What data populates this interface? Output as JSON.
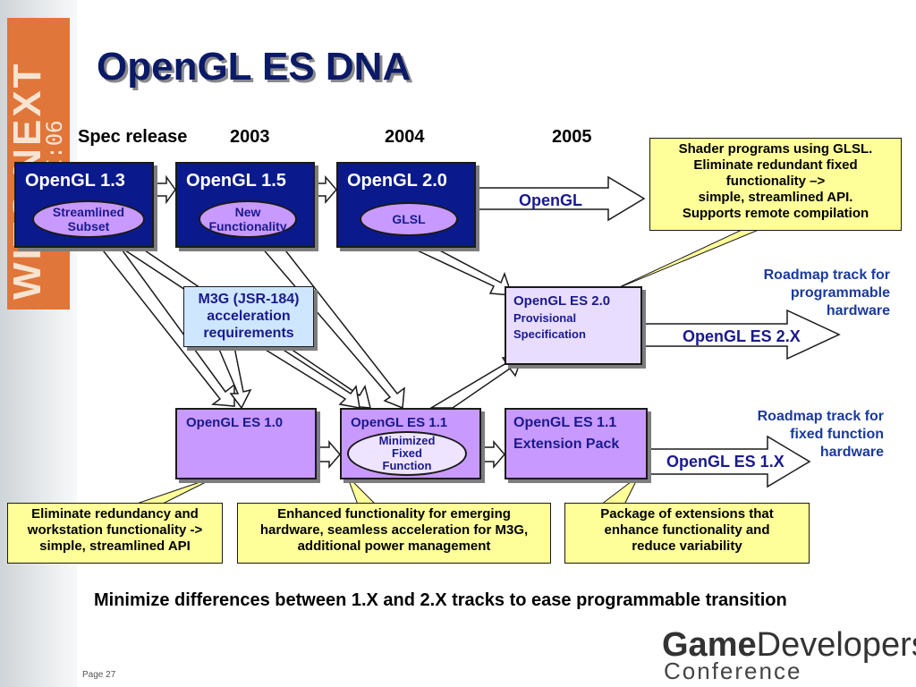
{
  "sidebar": {
    "event_text": "WITS NEXT",
    "sub_text": "::GDC:06"
  },
  "title": "OpenGL ES DNA",
  "timeline": {
    "spec_release": "Spec release",
    "years": [
      "2003",
      "2004",
      "2005"
    ]
  },
  "top_boxes": [
    {
      "title": "OpenGL 1.3",
      "oval": [
        "Streamlined",
        "Subset"
      ]
    },
    {
      "title": "OpenGL 1.5",
      "oval": [
        "New",
        "Functionality"
      ]
    },
    {
      "title": "OpenGL 2.0",
      "oval": [
        "GLSL"
      ]
    }
  ],
  "opengl_arrow_label": "OpenGL",
  "shader_note": [
    "Shader programs using GLSL.",
    "Eliminate redundant fixed",
    "functionality –>",
    "simple, streamlined API.",
    "Supports remote compilation"
  ],
  "m3g_box": [
    "M3G (JSR-184)",
    "acceleration",
    "requirements"
  ],
  "es20_box": {
    "title": "OpenGL ES  2.0",
    "lines": [
      "Provisional",
      "Specification"
    ]
  },
  "es2x_arrow_label": "OpenGL ES 2.X",
  "roadmap_prog": [
    "Roadmap track for",
    "programmable",
    "hardware"
  ],
  "es10_box": {
    "title": "OpenGL ES 1.0"
  },
  "es11_box": {
    "title": "OpenGL ES 1.1",
    "oval": [
      "Minimized",
      "Fixed",
      "Function"
    ]
  },
  "es11ext_box": {
    "lines": [
      "OpenGL ES 1.1",
      "Extension Pack"
    ]
  },
  "es1x_arrow_label": "OpenGL ES 1.X",
  "roadmap_fixed": [
    "Roadmap track for",
    "fixed function",
    "hardware"
  ],
  "notes": [
    [
      "Eliminate redundancy and",
      "workstation functionality ->",
      "simple, streamlined API"
    ],
    [
      "Enhanced functionality for emerging",
      "hardware, seamless acceleration for M3G,",
      "additional power management"
    ],
    [
      "Package of extensions that",
      "enhance functionality and",
      "reduce variability"
    ]
  ],
  "footer": "Minimize differences between 1.X and 2.X tracks to ease programmable transition",
  "page_label": "Page 27",
  "logo": {
    "bold": "Game",
    "regular": "Developers",
    "line2": "Conference"
  },
  "colors": {
    "blue_box": "#0a1a8c",
    "purple_box": "#c89aff",
    "yellow_note": "#ffff99",
    "label_blue": "#1a3a9c"
  }
}
